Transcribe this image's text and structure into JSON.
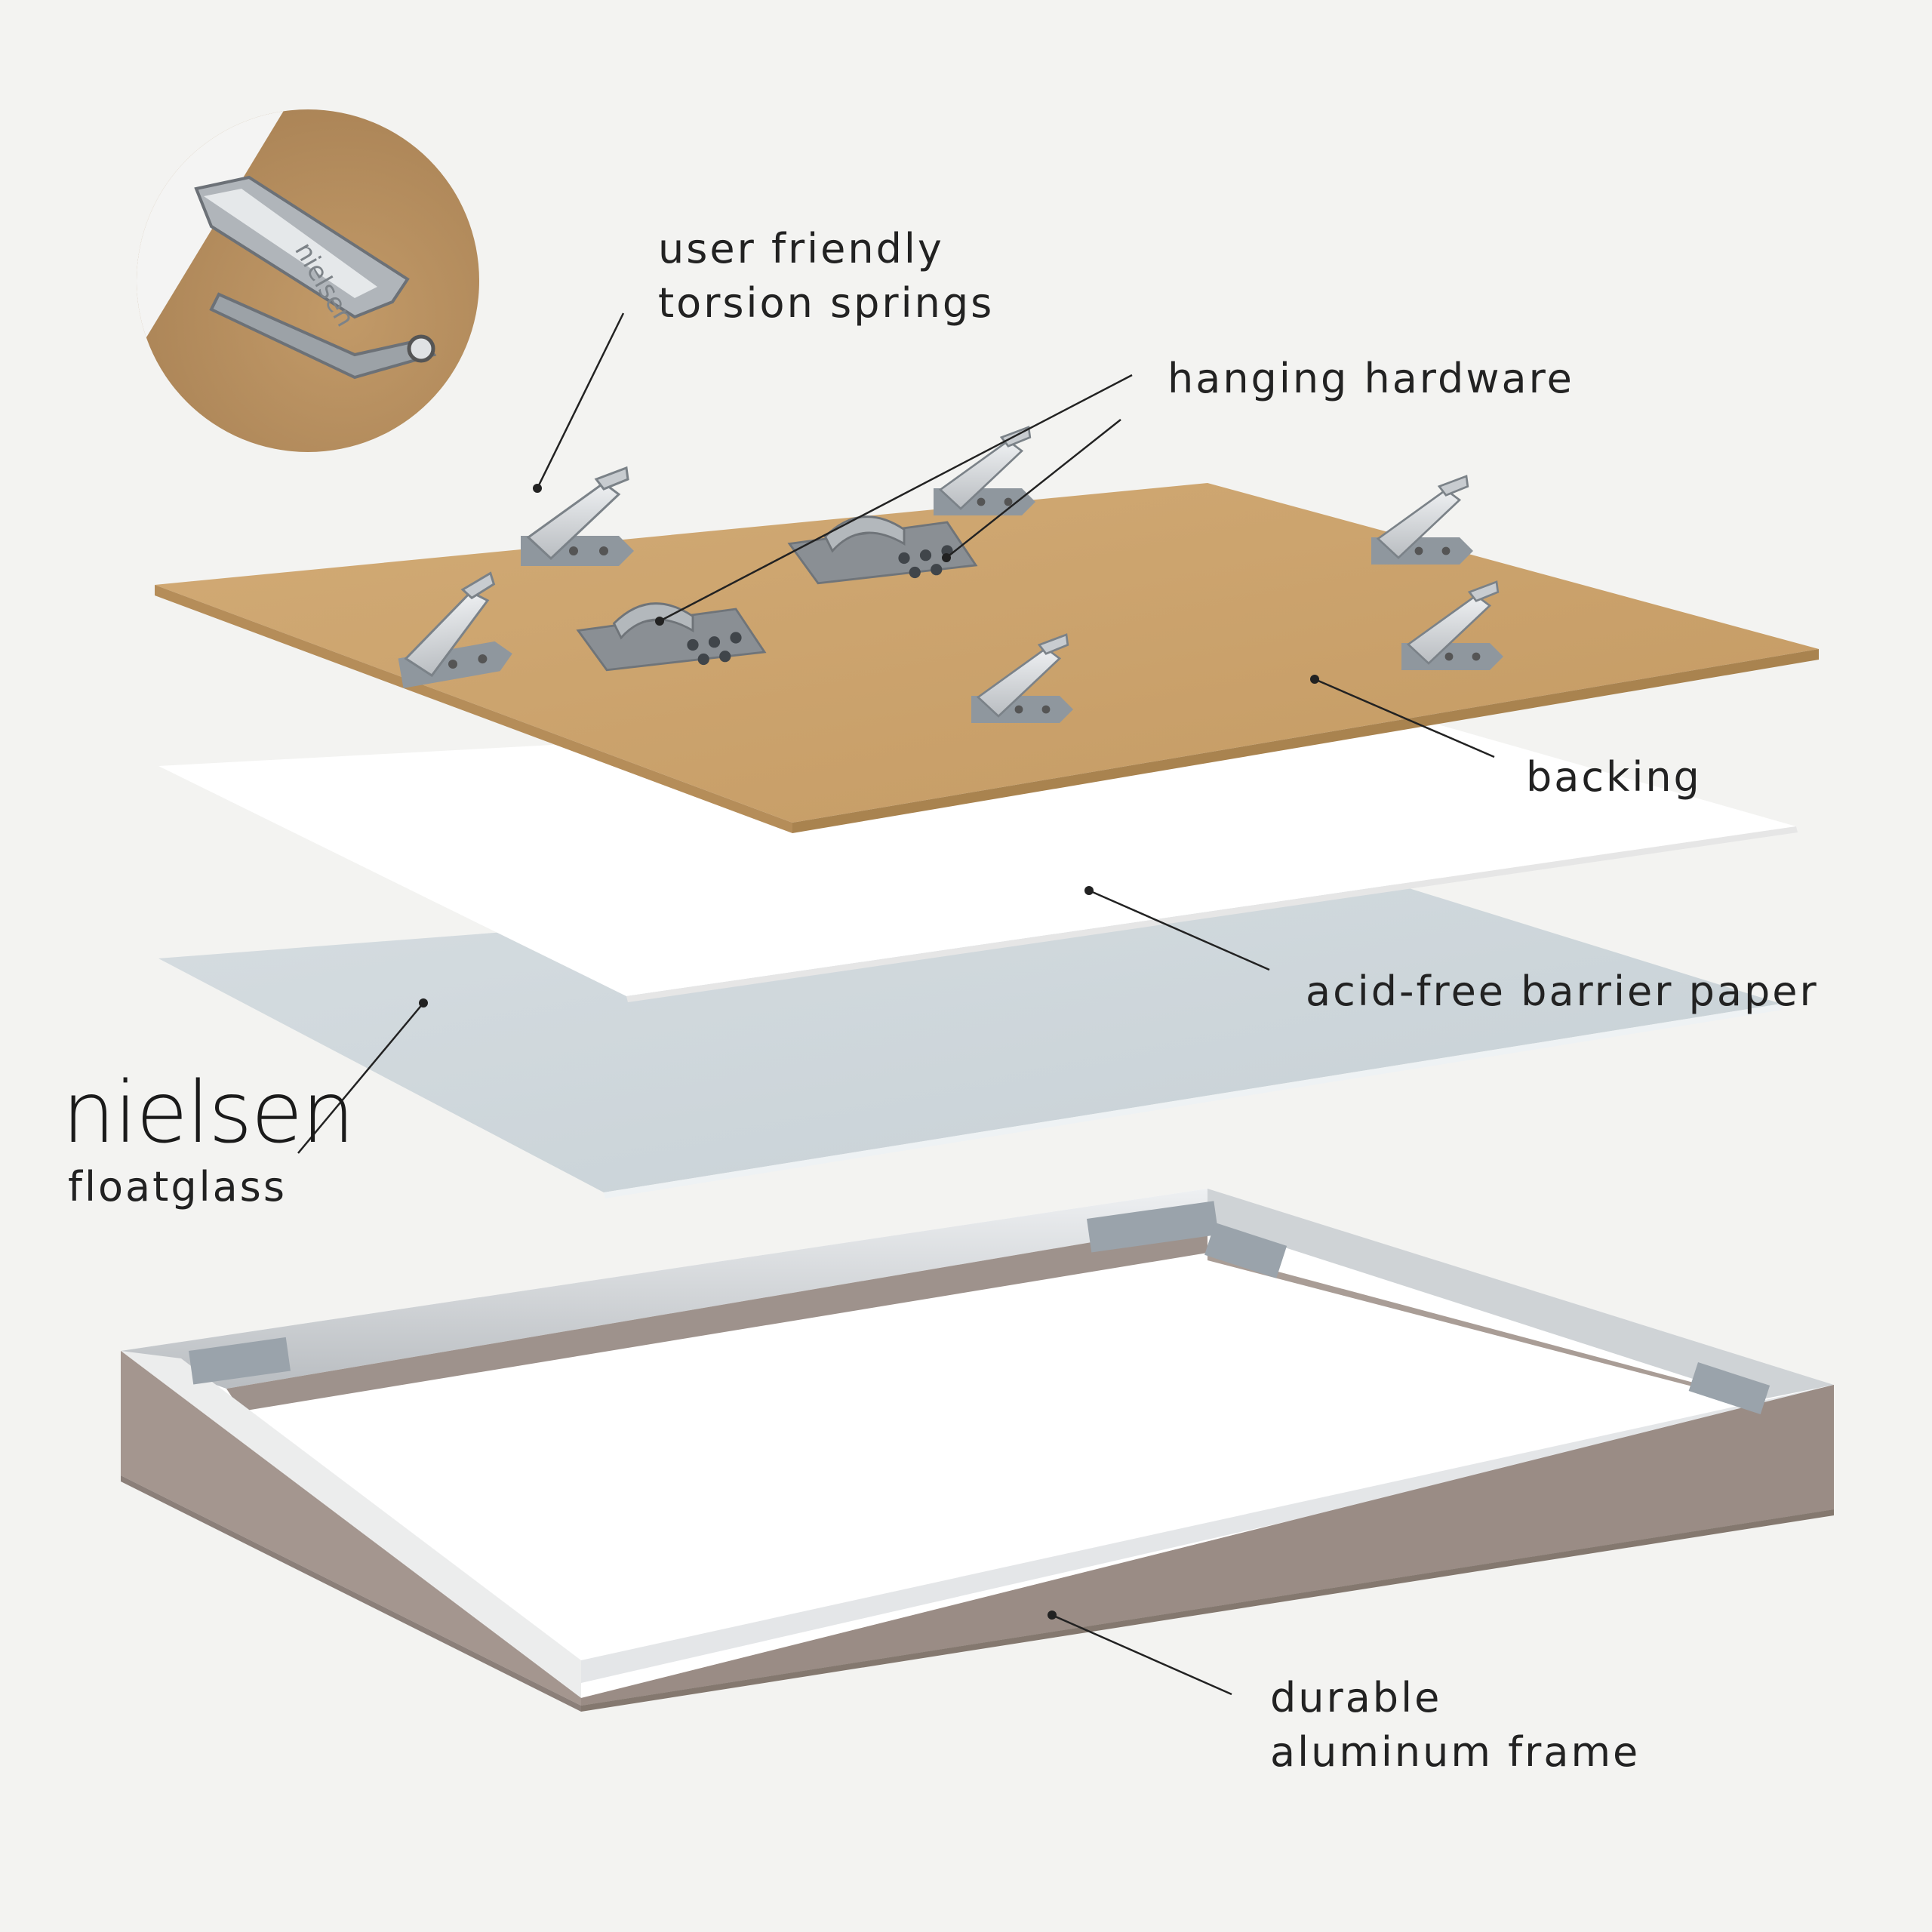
{
  "labels": {
    "springs": [
      "user friendly",
      "torsion springs"
    ],
    "hanging": "hanging hardware",
    "backing": "backing",
    "paper": "acid-free barrier paper",
    "glass": "floatglass",
    "frame": [
      "durable",
      "aluminum frame"
    ]
  },
  "brand": {
    "logo": "nielsen",
    "stamp": "nielsen"
  },
  "colors": {
    "background": "#f3f3f1",
    "backing": "#c9a06a",
    "paper": "#ffffff",
    "glass": "#cdd5d9",
    "frame_wood": "#9e9089",
    "frame_metal": "#d6d8da",
    "leader_line": "#222222"
  },
  "icons": [
    "torsion-spring-icon",
    "sawtooth-hanger-icon"
  ]
}
